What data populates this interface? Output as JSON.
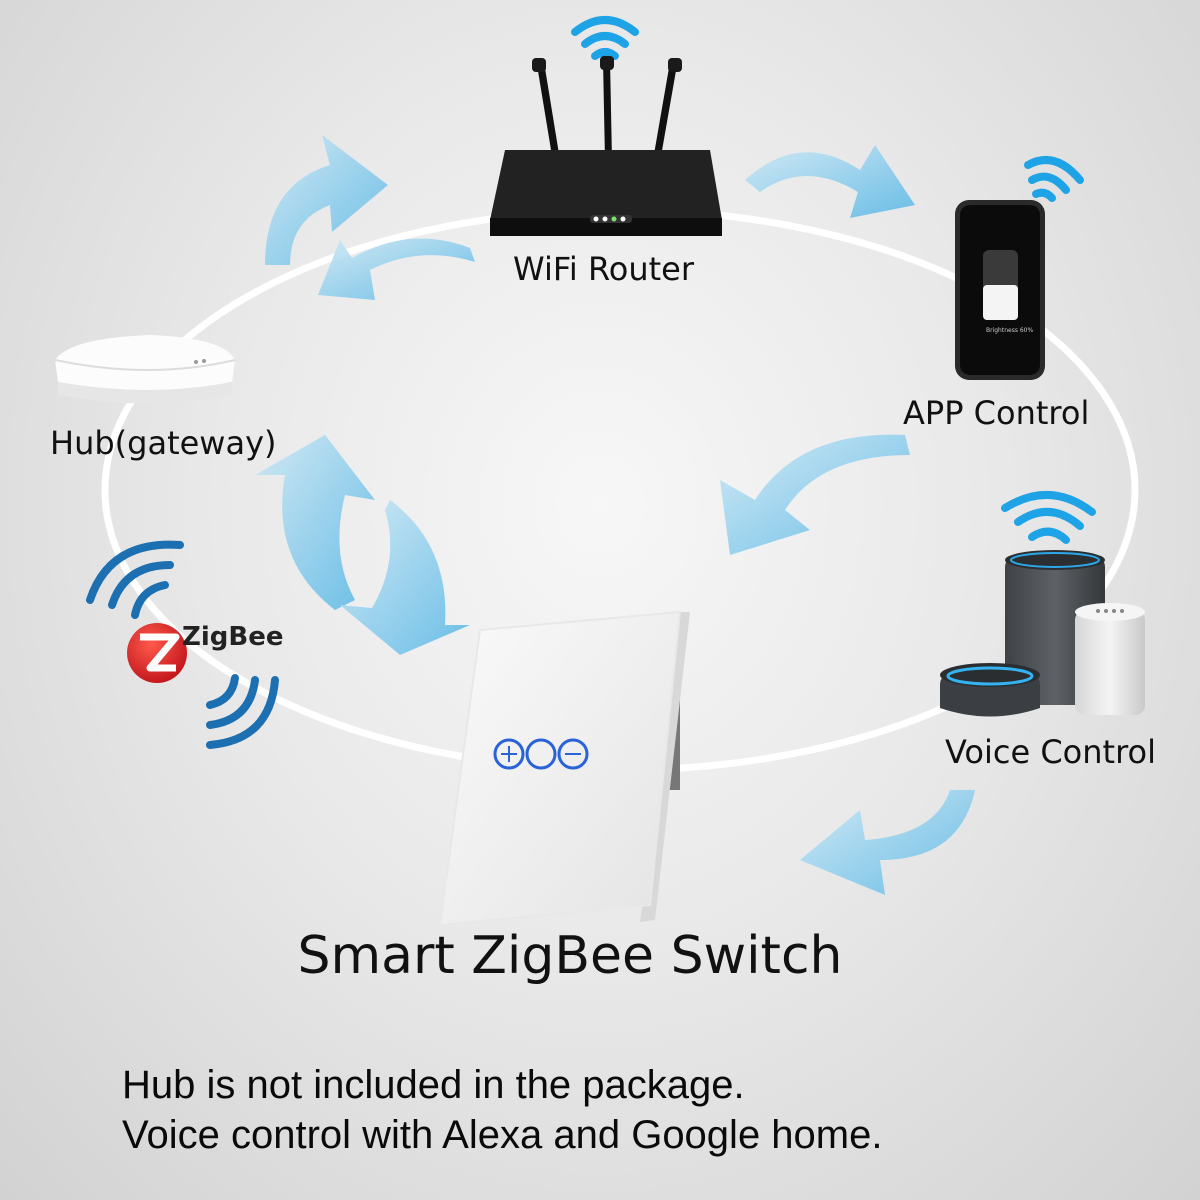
{
  "labels": {
    "router": "WiFi Router",
    "app": "APP Control",
    "hub": "Hub(gateway)",
    "voice": "Voice Control",
    "zigbee": "ZigBee",
    "title": "Smart ZigBee Switch"
  },
  "notes": [
    "Hub is not included in the package.",
    "Voice control with Alexa and Google home."
  ],
  "phone": {
    "brightness_text": "Brightness 60%"
  },
  "icons": [
    "wifi-icon",
    "router-icon",
    "phone-icon",
    "hub-icon",
    "speaker-icon",
    "zigbee-logo",
    "switch-icon",
    "arrow-icon"
  ],
  "colors": {
    "arrow": "#8fd0ee",
    "wifi": "#1ea3e6",
    "zigbee_red": "#e0262b",
    "touch_blue": "#2a63d8",
    "signal": "#1c6fb0"
  }
}
